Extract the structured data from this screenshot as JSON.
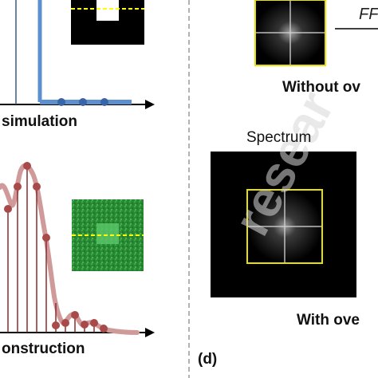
{
  "panels": {
    "top_left": {
      "caption": "simulation"
    },
    "bottom_left": {
      "caption": "onstruction"
    },
    "top_right": {
      "caption": "Without ov",
      "arrow_label": "FF"
    },
    "bottom_right": {
      "title": "Spectrum",
      "caption": "With ove",
      "panel_letter": "(d)"
    }
  },
  "colors": {
    "simulation_line": "#5b8fd0",
    "simulation_dot": "#3c63a5",
    "reconstruction_curve": "#d09a9a",
    "reconstruction_dot": "#a84a4a",
    "reconstruction_stem": "#8a2c2c",
    "guide_line": "#ffff00",
    "window_frame": "#e8e000",
    "green_image": "#2f9a3c",
    "watermark": "#d8d8d8"
  },
  "icons": {
    "axis_arrow": "arrow-right-icon"
  },
  "watermark_text": "resear"
}
